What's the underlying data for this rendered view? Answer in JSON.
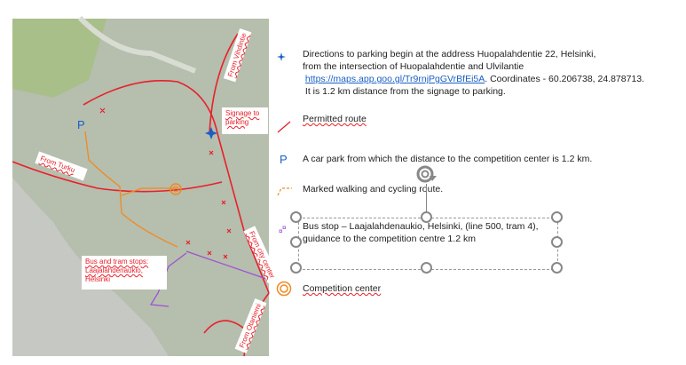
{
  "map": {
    "labels": {
      "vihdintie": "From Vihdintie",
      "signage": "Signage to parking",
      "turku": "From Turku",
      "city_center": "From city center",
      "bus_tram": [
        "Bus and tram stops:",
        "Laajalahdenaukio,",
        "Helsinki"
      ],
      "otaniemi": "From Otaniemi",
      "parking_marker": "P"
    }
  },
  "legend": {
    "directions": {
      "line1": "Directions to parking begin at the address Huopalahdentie 22, Helsinki,",
      "line2": "from the intersection of Huopalahdentie and Ulvilantie",
      "link": "https://maps.app.goo.gl/Tr9rnjPgGVrBfEi5A",
      "coords": ". Coordinates - 60.206738, 24.878713.",
      "line4": "It is 1.2 km distance from the signage to parking."
    },
    "permitted_route": "Permitted route",
    "car_park_icon": "P",
    "car_park": "A car park from which the distance to the competition center is 1.2 km.",
    "walking_route": "Marked walking and cycling route.",
    "bus_stop_line1": "Bus stop – Laajalahdenaukio, Helsinki, (line 500, tram 4),",
    "bus_stop_line2": "guidance to the competition centre 1.2 km",
    "competition_center": "Competition center"
  },
  "colors": {
    "route": "#e8202a",
    "walk": "#f08a20",
    "parking": "#1a5fc4",
    "bus": "#9b4fd6"
  }
}
